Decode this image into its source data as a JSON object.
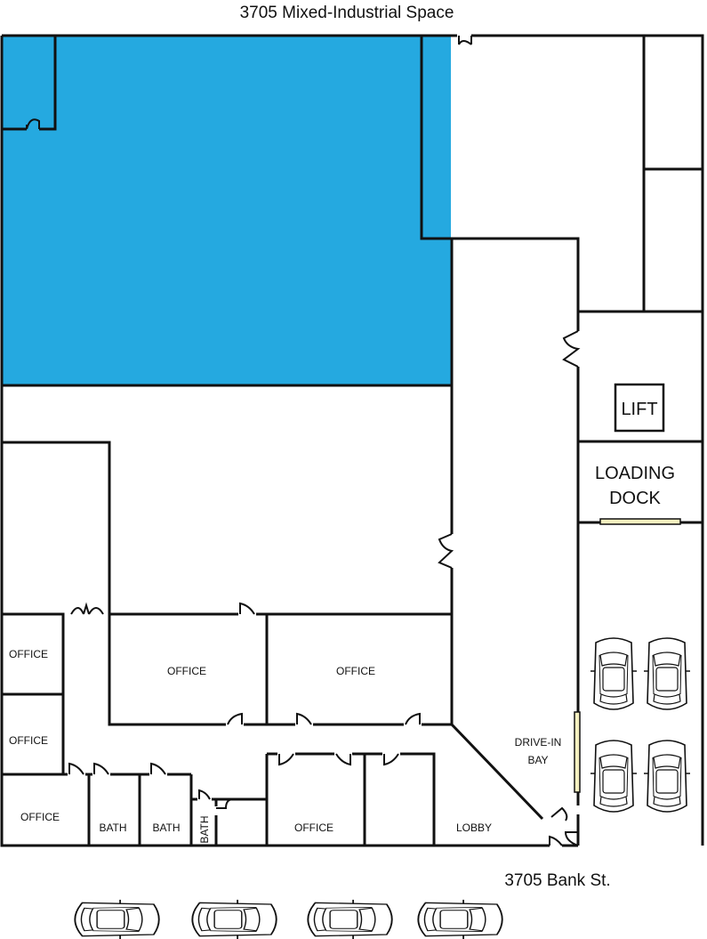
{
  "header": {
    "title": "3705 Mixed-Industrial Space"
  },
  "footer": {
    "address": "3705 Bank St."
  },
  "rooms": {
    "office_1": "OFFICE",
    "office_2": "OFFICE",
    "office_3": "OFFICE",
    "office_4": "OFFICE",
    "office_5": "OFFICE",
    "office_6": "OFFICE",
    "bath_1": "BATH",
    "bath_2": "BATH",
    "bath_3": "BATH",
    "lobby": "LOBBY",
    "drive_in_1": "DRIVE-IN",
    "drive_in_2": "BAY",
    "lift": "LIFT",
    "loading_1": "LOADING",
    "loading_2": "DOCK"
  },
  "colors": {
    "highlighted_space": "#25a9e0",
    "walls": "#111111",
    "dock_door": "#f5f0c0"
  },
  "icons": [
    "car-icon",
    "door-swing-icon"
  ]
}
